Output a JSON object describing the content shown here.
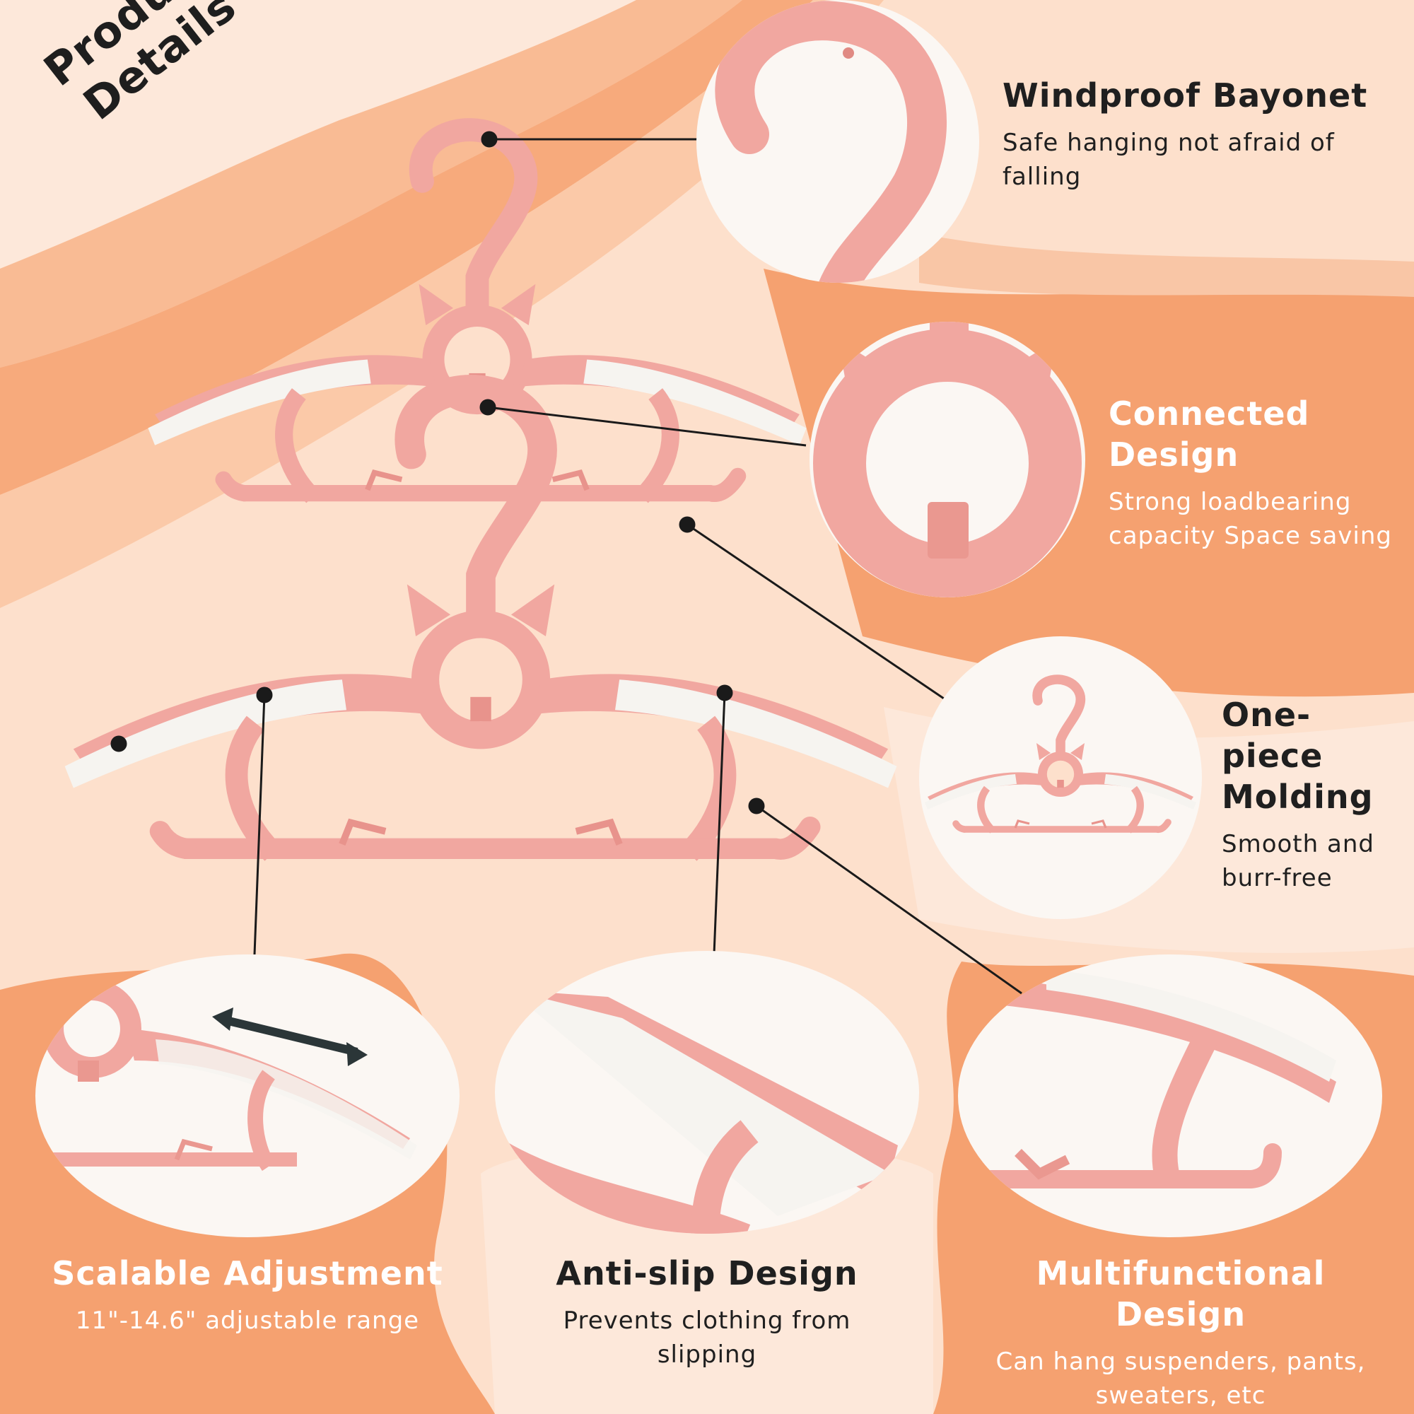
{
  "page_title": {
    "line1": "Product",
    "line2": "Details"
  },
  "colors": {
    "background_light": "#fde0cc",
    "wave_orange": "#f5a170",
    "hanger_pink": "#f1a7a0",
    "hanger_white": "#f6f4f0",
    "circle_white": "#fbf7f3",
    "text_dark": "#1f1f1f",
    "text_light": "#ffffff"
  },
  "features": [
    {
      "title": "Windproof Bayonet",
      "description": "Safe hanging not afraid of falling"
    },
    {
      "title": "Connected Design",
      "description": "Strong loadbearing capacity Space saving"
    },
    {
      "title": "One-piece Molding",
      "description": "Smooth and burr-free"
    },
    {
      "title": "Scalable Adjustment",
      "description": "11\"-14.6\" adjustable range"
    },
    {
      "title": "Anti-slip Design",
      "description": "Prevents clothing from slipping"
    },
    {
      "title": "Multifunctional Design",
      "description": "Can hang suspenders, pants, sweaters, etc"
    }
  ]
}
